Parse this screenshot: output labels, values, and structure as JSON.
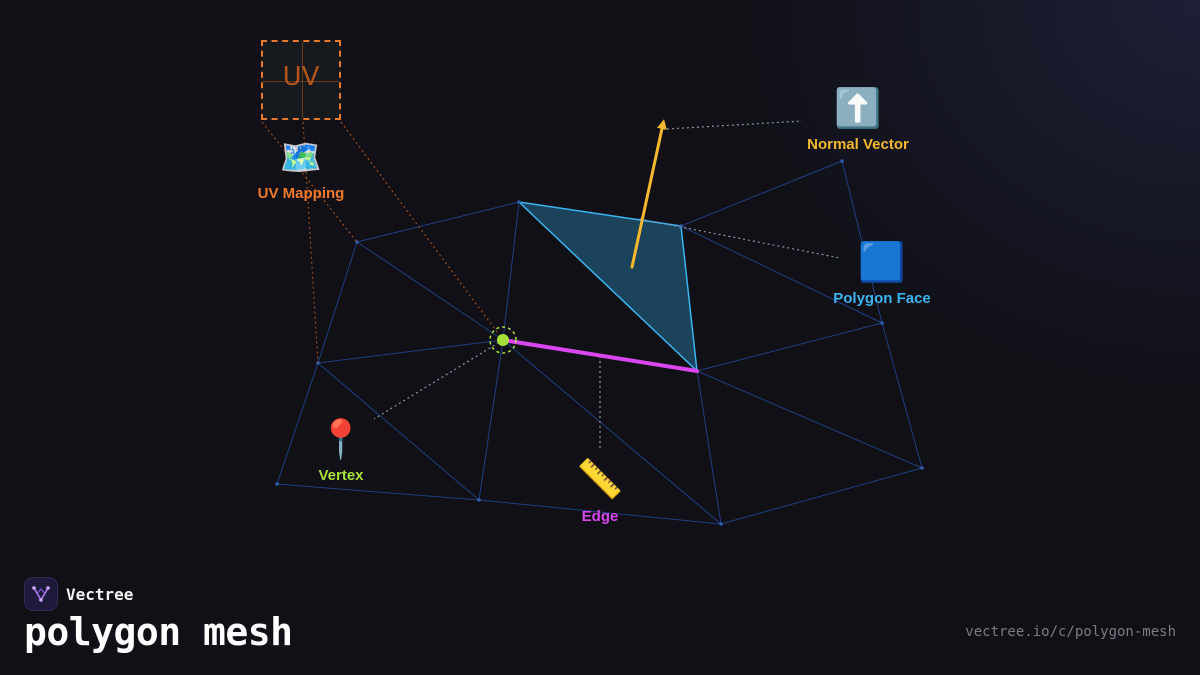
{
  "diagram": {
    "labels": {
      "uv_box": "UV",
      "uv_mapping": "UV Mapping",
      "normal_vector": "Normal Vector",
      "polygon_face": "Polygon Face",
      "vertex": "Vertex",
      "edge": "Edge"
    },
    "icons": {
      "uv_mapping": "world-map-icon",
      "normal_vector": "up-arrow-icon",
      "polygon_face": "blue-square-icon",
      "vertex": "round-pushpin-icon",
      "edge": "ruler-icon"
    },
    "colors": {
      "uv_mapping": "#f07a2a",
      "normal_vector": "#f5b82e",
      "polygon_face": "#3ab4f0",
      "vertex": "#a8e03a",
      "edge": "#d946ef",
      "mesh_lines": "#1e3f80"
    }
  },
  "footer": {
    "brand": "Vectree",
    "title": "polygon mesh",
    "url": "vectree.io/c/polygon-mesh"
  }
}
